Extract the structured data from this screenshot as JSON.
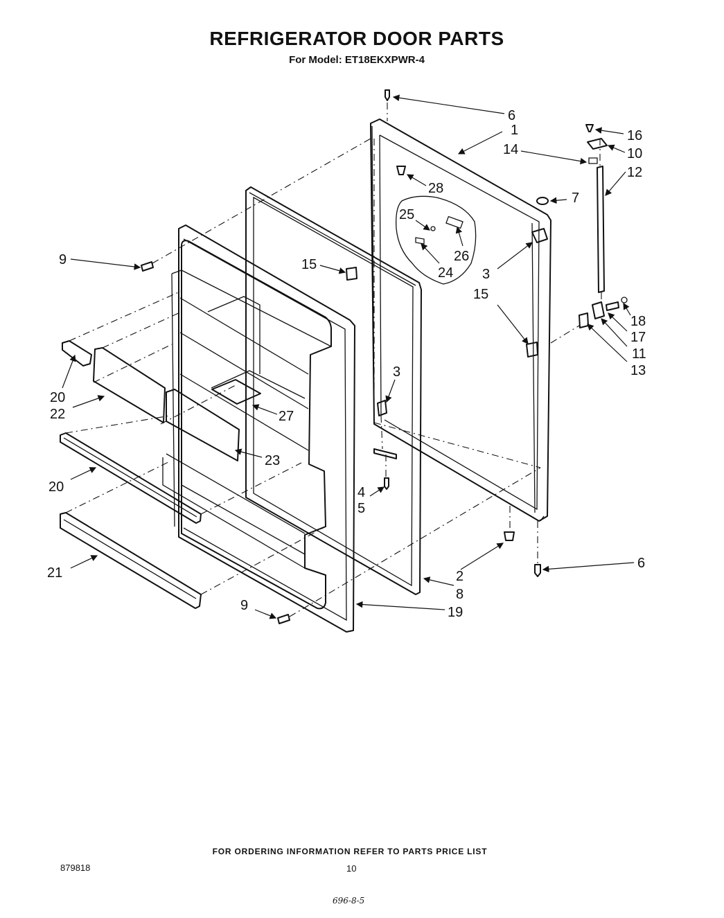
{
  "header": {
    "title": "REFRIGERATOR DOOR PARTS",
    "model_line": "For Model: ET18EKXPWR-4"
  },
  "callouts": [
    {
      "id": "c6a",
      "label": "6"
    },
    {
      "id": "c1",
      "label": "1"
    },
    {
      "id": "c16",
      "label": "16"
    },
    {
      "id": "c14",
      "label": "14"
    },
    {
      "id": "c10",
      "label": "10"
    },
    {
      "id": "c12",
      "label": "12"
    },
    {
      "id": "c28",
      "label": "28"
    },
    {
      "id": "c7",
      "label": "7"
    },
    {
      "id": "c25",
      "label": "25"
    },
    {
      "id": "c26",
      "label": "26"
    },
    {
      "id": "c24",
      "label": "24"
    },
    {
      "id": "c9a",
      "label": "9"
    },
    {
      "id": "c15a",
      "label": "15"
    },
    {
      "id": "c3a",
      "label": "3"
    },
    {
      "id": "c15b",
      "label": "15"
    },
    {
      "id": "c18",
      "label": "18"
    },
    {
      "id": "c17",
      "label": "17"
    },
    {
      "id": "c11",
      "label": "11"
    },
    {
      "id": "c13",
      "label": "13"
    },
    {
      "id": "c3b",
      "label": "3"
    },
    {
      "id": "c20a",
      "label": "20"
    },
    {
      "id": "c22",
      "label": "22"
    },
    {
      "id": "c27",
      "label": "27"
    },
    {
      "id": "c23",
      "label": "23"
    },
    {
      "id": "c20b",
      "label": "20"
    },
    {
      "id": "c4",
      "label": "4"
    },
    {
      "id": "c5",
      "label": "5"
    },
    {
      "id": "c21",
      "label": "21"
    },
    {
      "id": "c2",
      "label": "2"
    },
    {
      "id": "c6b",
      "label": "6"
    },
    {
      "id": "c8",
      "label": "8"
    },
    {
      "id": "c9b",
      "label": "9"
    },
    {
      "id": "c19",
      "label": "19"
    }
  ],
  "footer": {
    "ordering_note": "FOR ORDERING INFORMATION REFER TO PARTS PRICE LIST",
    "document_number": "879818",
    "page_number": "10",
    "handwritten_note": "696-8-5"
  }
}
